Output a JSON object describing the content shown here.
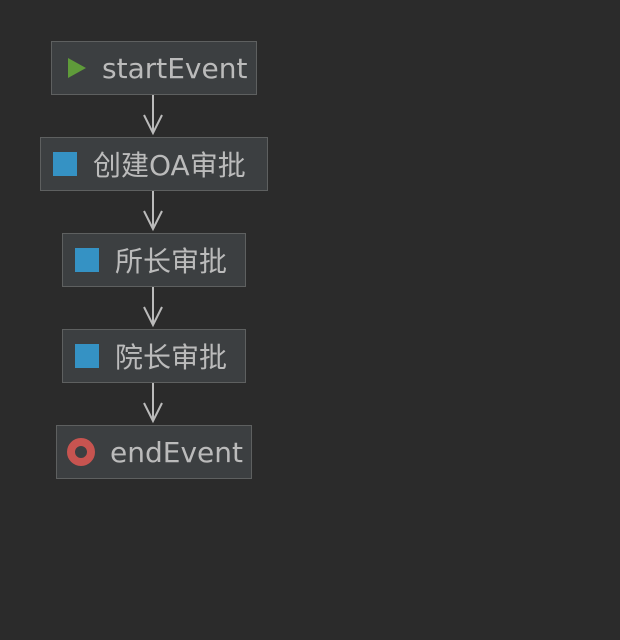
{
  "diagram": {
    "colors": {
      "background": "#2b2b2b",
      "node_fill": "#3c3f41",
      "node_border": "#5e6060",
      "text": "#bbbbbb",
      "edge": "#bbbbbb",
      "start_icon": "#5f9b3a",
      "task_icon": "#3592c4",
      "end_icon": "#c75450"
    },
    "nodes": [
      {
        "id": "start",
        "label": "startEvent",
        "type": "start-event",
        "icon": "play-icon"
      },
      {
        "id": "oa",
        "label": "创建OA审批",
        "type": "user-task",
        "icon": "task-square-icon"
      },
      {
        "id": "suo",
        "label": "所长审批",
        "type": "user-task",
        "icon": "task-square-icon"
      },
      {
        "id": "yuan",
        "label": "院长审批",
        "type": "user-task",
        "icon": "task-square-icon"
      },
      {
        "id": "end",
        "label": "endEvent",
        "type": "end-event",
        "icon": "end-circle-icon"
      }
    ],
    "edges": [
      {
        "from": "start",
        "to": "oa"
      },
      {
        "from": "oa",
        "to": "suo"
      },
      {
        "from": "suo",
        "to": "yuan"
      },
      {
        "from": "yuan",
        "to": "end"
      }
    ]
  }
}
